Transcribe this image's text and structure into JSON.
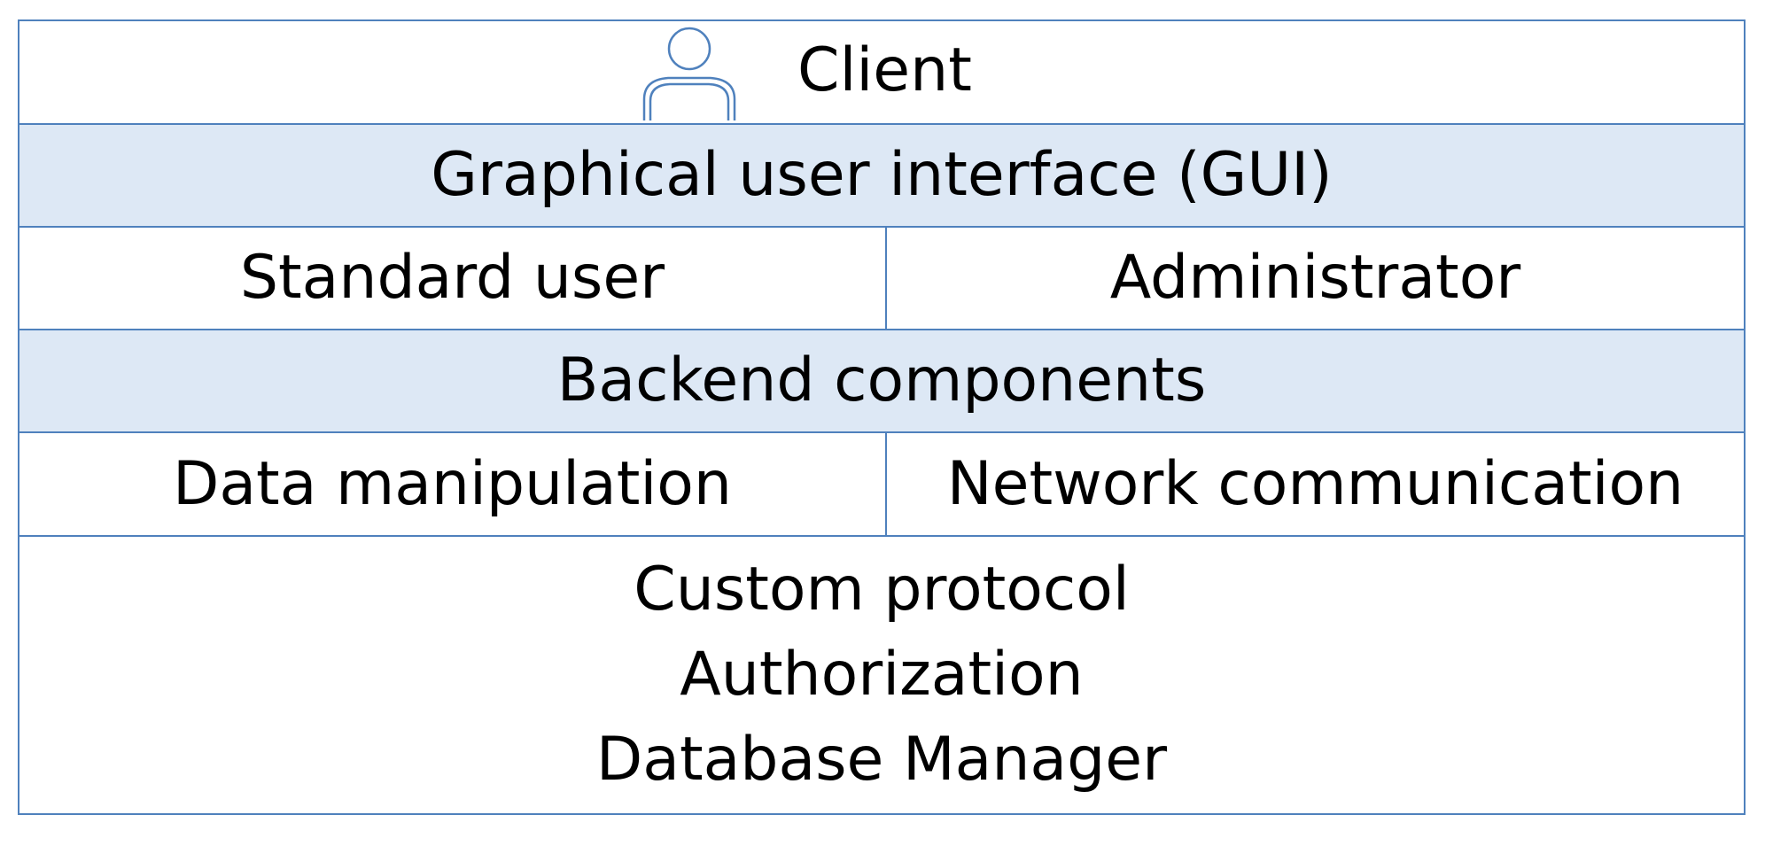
{
  "client": {
    "icon": "user-icon",
    "label": "Client"
  },
  "gui": {
    "label": "Graphical user interface (GUI)"
  },
  "gui_roles": {
    "left": "Standard user",
    "right": "Administrator"
  },
  "backend": {
    "label": "Backend components"
  },
  "backend_parts": {
    "left": "Data manipulation",
    "right": "Network communication"
  },
  "core": {
    "items": [
      "Custom protocol",
      "Authorization",
      "Database Manager"
    ]
  },
  "colors": {
    "border": "#4f81bd",
    "band_fill": "#dde8f5"
  }
}
